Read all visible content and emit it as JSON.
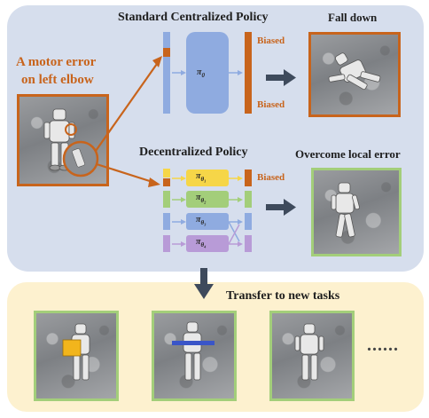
{
  "colors": {
    "panel_top": "#d6deed",
    "panel_bottom": "#fdf1cf",
    "orange": "#c8641c",
    "blue": "#8fabe0",
    "yellow": "#f6d648",
    "green": "#a3ce7a",
    "purple": "#b89bd7",
    "arrow": "#3e4a5c"
  },
  "labels": {
    "error_line1": "A motor error",
    "error_line2": "on left elbow",
    "centralized_title": "Standard Centralized Policy",
    "fall_down": "Fall down",
    "biased_top": "Biased",
    "biased_bottom": "Biased",
    "pi_0_symbol": "π",
    "pi_0_sub": "0",
    "decentralized_title": "Decentralized Policy",
    "overcome": "Overcome local error",
    "biased_dec": "Biased",
    "pi_symbol": "π",
    "pi_sub1": "θ₁",
    "pi_sub2": "θ₂",
    "pi_sub3": "θ₃",
    "pi_sub4": "θ₄",
    "transfer": "Transfer to new tasks",
    "ellipsis": "......"
  },
  "icons": {
    "robot": "humanoid-robot-figure",
    "error_marker": "circle-highlight",
    "arrow": "right-arrow"
  }
}
